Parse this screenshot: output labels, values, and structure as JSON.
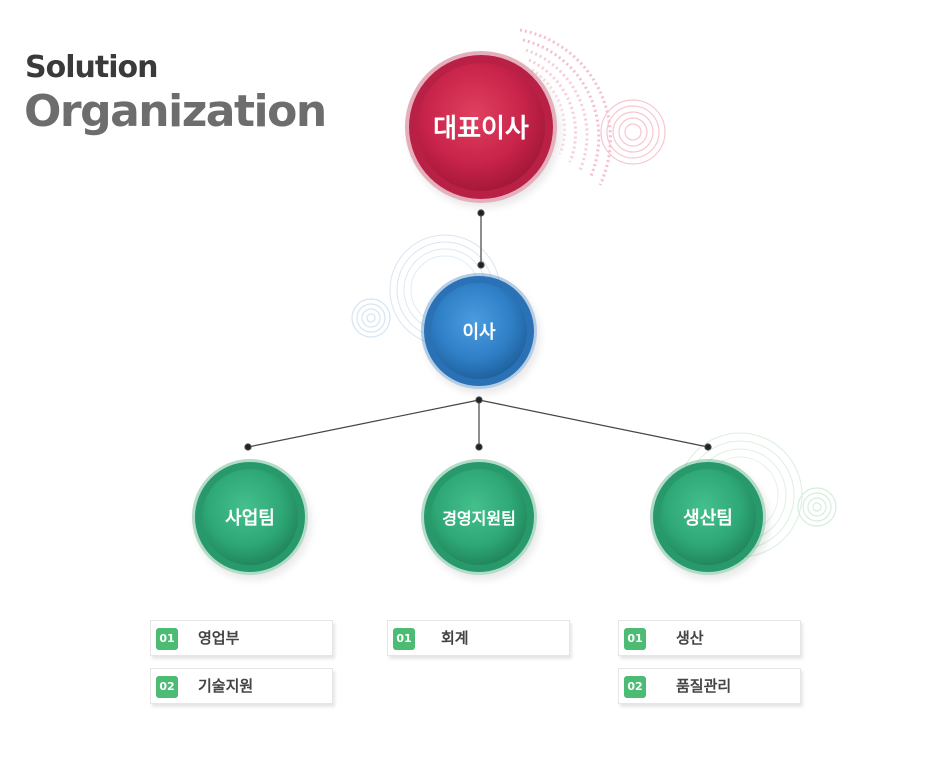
{
  "header": {
    "title_small": "Solution",
    "title_large": "Organization"
  },
  "org": {
    "ceo": {
      "label": "대표이사",
      "color": "#c8234a"
    },
    "director": {
      "label": "이사",
      "color": "#2f7fc6"
    },
    "teams": [
      {
        "label": "사업팀",
        "color": "#2ea876",
        "departments": [
          {
            "num": "01",
            "label": "영업부"
          },
          {
            "num": "02",
            "label": "기술지원"
          }
        ]
      },
      {
        "label": "경영지원팀",
        "color": "#2ea876",
        "departments": [
          {
            "num": "01",
            "label": "회계"
          }
        ]
      },
      {
        "label": "생산팀",
        "color": "#2ea876",
        "departments": [
          {
            "num": "01",
            "label": "생산"
          },
          {
            "num": "02",
            "label": "품질관리"
          }
        ]
      }
    ]
  },
  "colors": {
    "badge": "#4cbc75",
    "connector": "#444444",
    "title_dark": "#3a3a3a",
    "title_gray": "#6d6d6d"
  }
}
